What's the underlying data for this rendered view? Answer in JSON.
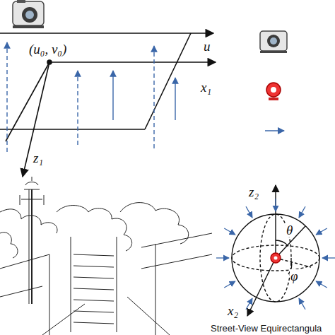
{
  "diagram": {
    "labels": [
      "u",
      "(u₀, v₀)",
      "x₁",
      "z₁",
      "z₂",
      "θ",
      "φ",
      "x₂",
      "Street-View Equirectangula"
    ]
  }
}
